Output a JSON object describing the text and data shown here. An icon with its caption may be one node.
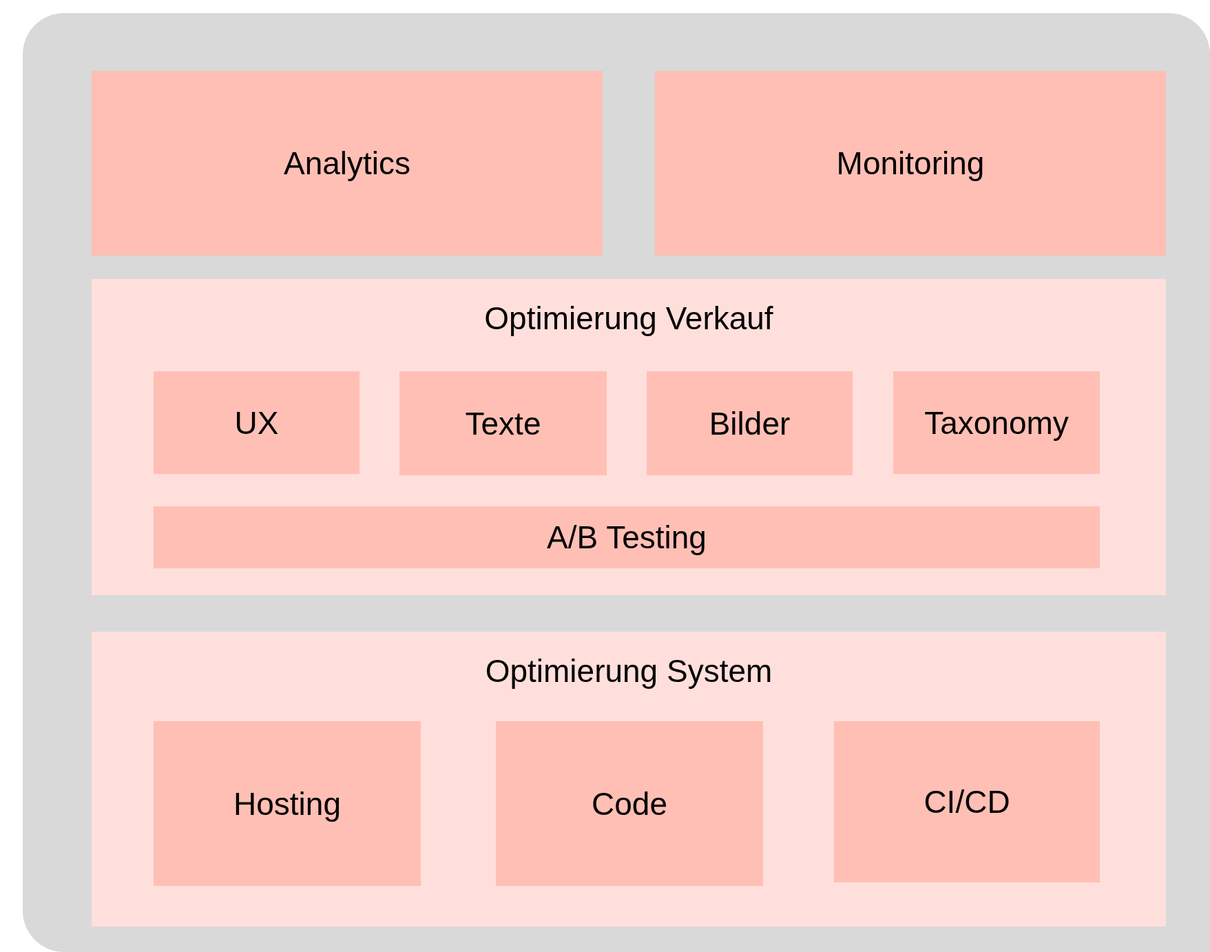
{
  "diagram": {
    "nodes": [
      {
        "text": [],
        "shape": "box"
      },
      {
        "text": [
          "Analytics"
        ],
        "in": 0
      },
      {
        "text": [
          "Monitoring"
        ],
        "in": 0
      },
      {
        "text": [
          "Optimierung Verkauf"
        ],
        "in": 0
      },
      {
        "text": [
          "UX"
        ],
        "in": 3
      },
      {
        "text": [
          "Texte"
        ],
        "in": 3
      },
      {
        "text": [
          "Bilder"
        ],
        "in": 3
      },
      {
        "text": [
          "Taxonomy"
        ],
        "in": 3
      },
      {
        "text": [
          "A/B Testing"
        ],
        "in": 3
      },
      {
        "text": [
          "Optimierung System"
        ],
        "in": 0
      },
      {
        "text": [
          "Hosting"
        ],
        "in": 9
      },
      {
        "text": [
          "Code"
        ],
        "in": 9
      },
      {
        "text": [
          "CI/CD"
        ],
        "in": 9
      }
    ]
  }
}
